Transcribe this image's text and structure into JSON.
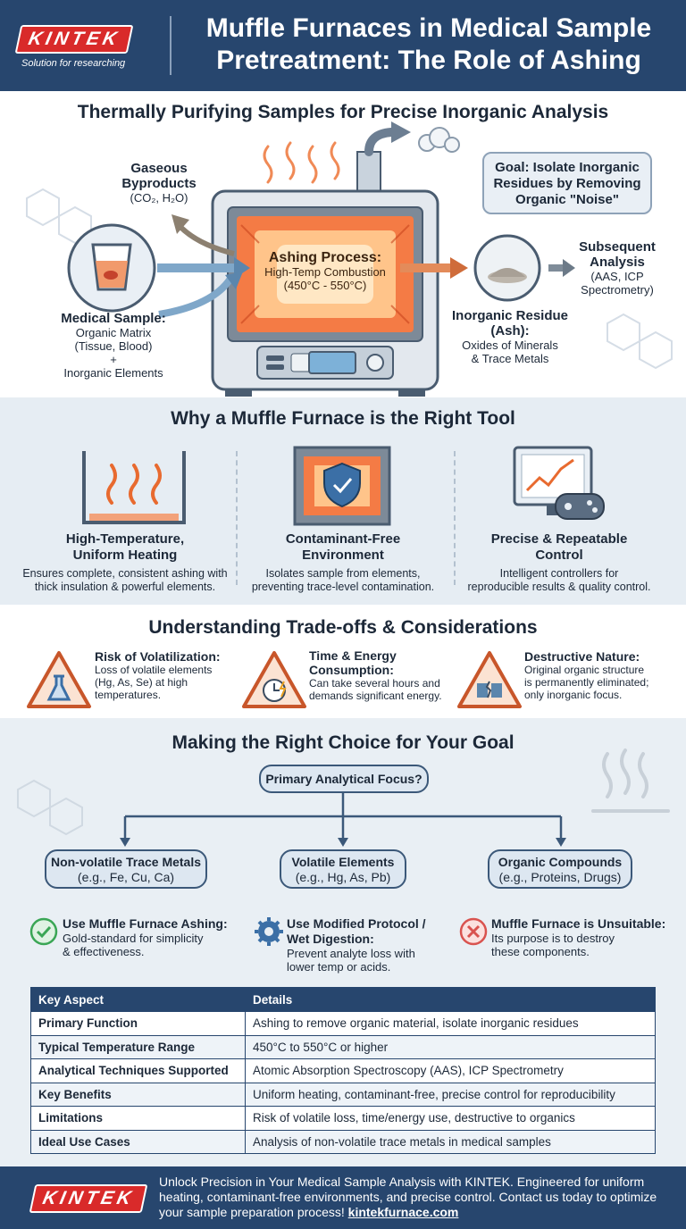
{
  "header": {
    "logo": "KINTEK",
    "tagline": "Solution for researching",
    "title_line1": "Muffle Furnaces in Medical Sample",
    "title_line2": "Pretreatment: The Role of Ashing"
  },
  "process": {
    "title": "Thermally Purifying Samples for Precise Inorganic Analysis",
    "gaseous_title1": "Gaseous",
    "gaseous_title2": "Byproducts",
    "gaseous_formula": "(CO₂, H₂O)",
    "goal": "Goal: Isolate Inorganic Residues by Removing Organic \"Noise\"",
    "ashing_title": "Ashing Process:",
    "ashing_desc": "High-Temp Combustion",
    "ashing_range": "(450°C - 550°C)",
    "sample_title": "Medical Sample:",
    "sample_line1": "Organic Matrix",
    "sample_line2": "(Tissue, Blood)",
    "sample_plus": "+",
    "sample_line3": "Inorganic Elements",
    "residue_title1": "Inorganic Residue",
    "residue_title2": "(Ash):",
    "residue_line1": "Oxides of Minerals",
    "residue_line2": "& Trace Metals",
    "analysis_title1": "Subsequent",
    "analysis_title2": "Analysis",
    "analysis_line1": "(AAS, ICP",
    "analysis_line2": "Spectrometry)"
  },
  "why": {
    "title": "Why a Muffle Furnace is the Right Tool",
    "items": [
      {
        "title1": "High-Temperature,",
        "title2": "Uniform Heating",
        "desc1": "Ensures complete, consistent ashing with",
        "desc2": "thick insulation & powerful elements."
      },
      {
        "title1": "Contaminant-Free",
        "title2": "Environment",
        "desc1": "Isolates sample from elements,",
        "desc2": "preventing trace-level contamination."
      },
      {
        "title1": "Precise & Repeatable",
        "title2": "Control",
        "desc1": "Intelligent controllers for",
        "desc2": "reproducible results & quality control."
      }
    ]
  },
  "tradeoffs": {
    "title": "Understanding Trade-offs & Considerations",
    "items": [
      {
        "title": "Risk of Volatilization:",
        "d1": "Loss of volatile elements",
        "d2": "(Hg, As, Se) at high",
        "d3": "temperatures."
      },
      {
        "title": "Time & Energy",
        "title2": "Consumption:",
        "d1": "Can take several hours and",
        "d2": "demands significant energy."
      },
      {
        "title": "Destructive Nature:",
        "d1": "Original organic structure",
        "d2": "is permanently eliminated;",
        "d3": "only inorganic focus."
      }
    ]
  },
  "choice": {
    "title": "Making the Right Choice for Your Goal",
    "root": "Primary Analytical Focus?",
    "branches": [
      {
        "label": "Non-volatile Trace Metals",
        "examples": "(e.g., Fe, Cu, Ca)",
        "result_title1": "Use Muffle Furnace Ashing:",
        "result_d1": "Gold-standard for simplicity",
        "result_d2": "& effectiveness."
      },
      {
        "label": "Volatile Elements",
        "examples": "(e.g., Hg, As, Pb)",
        "result_title1": "Use Modified Protocol /",
        "result_title2": "Wet Digestion:",
        "result_d1": "Prevent analyte loss with",
        "result_d2": "lower temp or acids."
      },
      {
        "label": "Organic Compounds",
        "examples": "(e.g., Proteins, Drugs)",
        "result_title1": "Muffle Furnace is Unsuitable:",
        "result_d1": "Its purpose is to destroy",
        "result_d2": "these components."
      }
    ]
  },
  "table": {
    "headers": [
      "Key Aspect",
      "Details"
    ],
    "rows": [
      [
        "Primary Function",
        "Ashing to remove organic material, isolate inorganic residues"
      ],
      [
        "Typical Temperature Range",
        "450°C to 550°C or higher"
      ],
      [
        "Analytical Techniques Supported",
        "Atomic Absorption Spectroscopy (AAS), ICP Spectrometry"
      ],
      [
        "Key Benefits",
        "Uniform heating, contaminant-free, precise control for reproducibility"
      ],
      [
        "Limitations",
        "Risk of volatile loss, time/energy use, destructive to organics"
      ],
      [
        "Ideal Use Cases",
        "Analysis of non-volatile trace metals in medical samples"
      ]
    ]
  },
  "footer": {
    "logo": "KINTEK",
    "text": "Unlock Precision in Your Medical Sample Analysis with KINTEK. Engineered for uniform heating, contaminant-free environments, and precise control. Contact us today to optimize your sample preparation process!",
    "link": "kintekfurnace.com"
  },
  "colors": {
    "navy": "#27466e",
    "brand_red": "#d92a2a",
    "heat_orange": "#f07a3a",
    "check_green": "#3aa655",
    "cross_red": "#d9534f"
  }
}
